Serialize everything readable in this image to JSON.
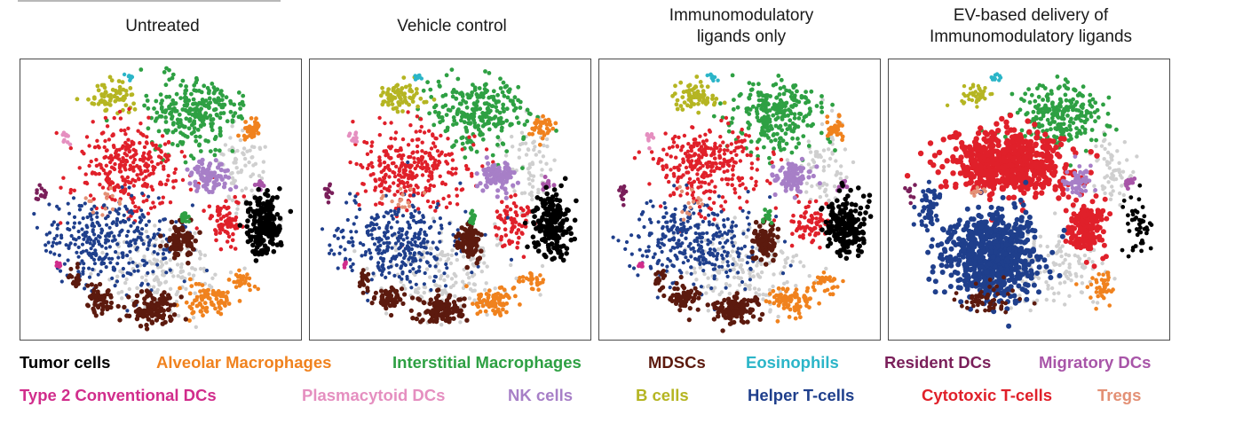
{
  "chart_data": {
    "type": "scatter",
    "panels": [
      {
        "title": "Untreated"
      },
      {
        "title": "Vehicle control"
      },
      {
        "title": "Immunomodulatory\nligands only"
      },
      {
        "title": "EV-based delivery of\nImmunomodulatory ligands"
      }
    ],
    "legend": [
      {
        "label": "Tumor cells",
        "color": "#000000"
      },
      {
        "label": "Alveolar Macrophages",
        "color": "#f0821e"
      },
      {
        "label": "Interstitial Macrophages",
        "color": "#2ea043"
      },
      {
        "label": "MDSCs",
        "color": "#5c1a0e"
      },
      {
        "label": "Eosinophils",
        "color": "#2bb5c8"
      },
      {
        "label": "Resident DCs",
        "color": "#7a1f5a"
      },
      {
        "label": "Migratory DCs",
        "color": "#a855a8"
      },
      {
        "label": "Type 2 Conventional DCs",
        "color": "#d12d8c"
      },
      {
        "label": "Plasmacytoid DCs",
        "color": "#e58fc0"
      },
      {
        "label": "NK cells",
        "color": "#a77fc7"
      },
      {
        "label": "B cells",
        "color": "#b5b522"
      },
      {
        "label": "Helper T-cells",
        "color": "#1f3f8c"
      },
      {
        "label": "Cytotoxic T-cells",
        "color": "#e0202a"
      },
      {
        "label": "Tregs",
        "color": "#e39075"
      }
    ],
    "unlabeled_color": "#cfcfcf",
    "axes": "none",
    "grid": false,
    "legend_placement": "bottom"
  }
}
